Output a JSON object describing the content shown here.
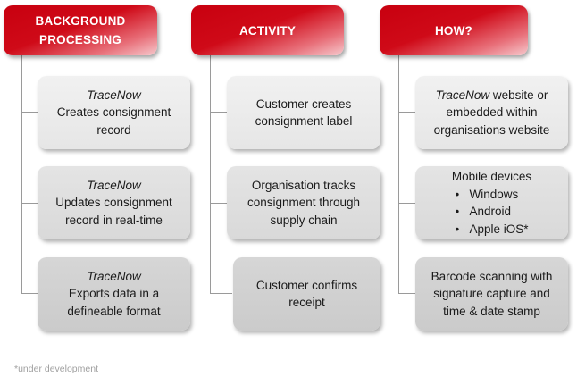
{
  "columns": [
    {
      "header": [
        "BACKGROUND",
        "PROCESSING"
      ],
      "boxes": [
        {
          "lines": [
            "TraceNow",
            "Creates consignment",
            "record"
          ],
          "italic_first": true
        },
        {
          "lines": [
            "TraceNow",
            "Updates consignment",
            "record in real-time"
          ],
          "italic_first": true
        },
        {
          "lines": [
            "TraceNow",
            "Exports data in a",
            "defineable format"
          ],
          "italic_first": true
        }
      ]
    },
    {
      "header": [
        "ACTIVITY"
      ],
      "boxes": [
        {
          "lines": [
            "Customer creates",
            "consignment label"
          ]
        },
        {
          "lines": [
            "Organisation tracks",
            "consignment through",
            "supply chain"
          ]
        },
        {
          "lines": [
            "Customer confirms",
            "receipt"
          ]
        }
      ]
    },
    {
      "header": [
        "HOW?"
      ],
      "boxes": [
        {
          "lines": [
            "TraceNow",
            " website or",
            "embedded within",
            "organisations website"
          ]
        },
        {
          "title": "Mobile devices",
          "bullets": [
            "Windows",
            "Android",
            "Apple iOS*"
          ]
        },
        {
          "lines": [
            "Barcode scanning with",
            "signature capture and",
            "time & date stamp"
          ]
        }
      ]
    }
  ],
  "footnote": "*under development",
  "colors": {
    "header_red": "#c8000f",
    "connector": "#9a9a9a",
    "box_light": "#eeeeee",
    "box_mid": "#dedede",
    "box_dark": "#cfcfcf"
  }
}
